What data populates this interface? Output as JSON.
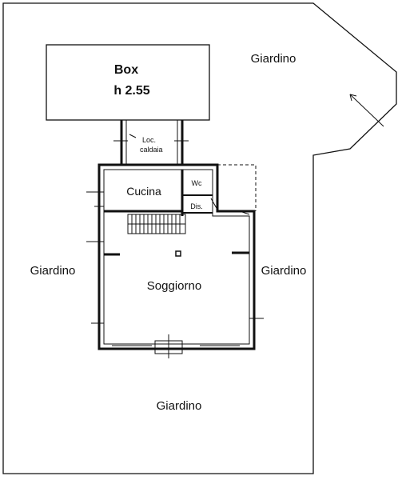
{
  "plan": {
    "box": {
      "name": "Box",
      "height": "h 2.55"
    },
    "rooms": {
      "loc_caldaia_1": "Loc.",
      "loc_caldaia_2": "caldaia",
      "cucina": "Cucina",
      "wc": "Wc",
      "dis": "Dis.",
      "soggiorno": "Soggiorno"
    },
    "garden": {
      "top_right": "Giardino",
      "left": "Giardino",
      "right": "Giardino",
      "bottom": "Giardino"
    }
  }
}
